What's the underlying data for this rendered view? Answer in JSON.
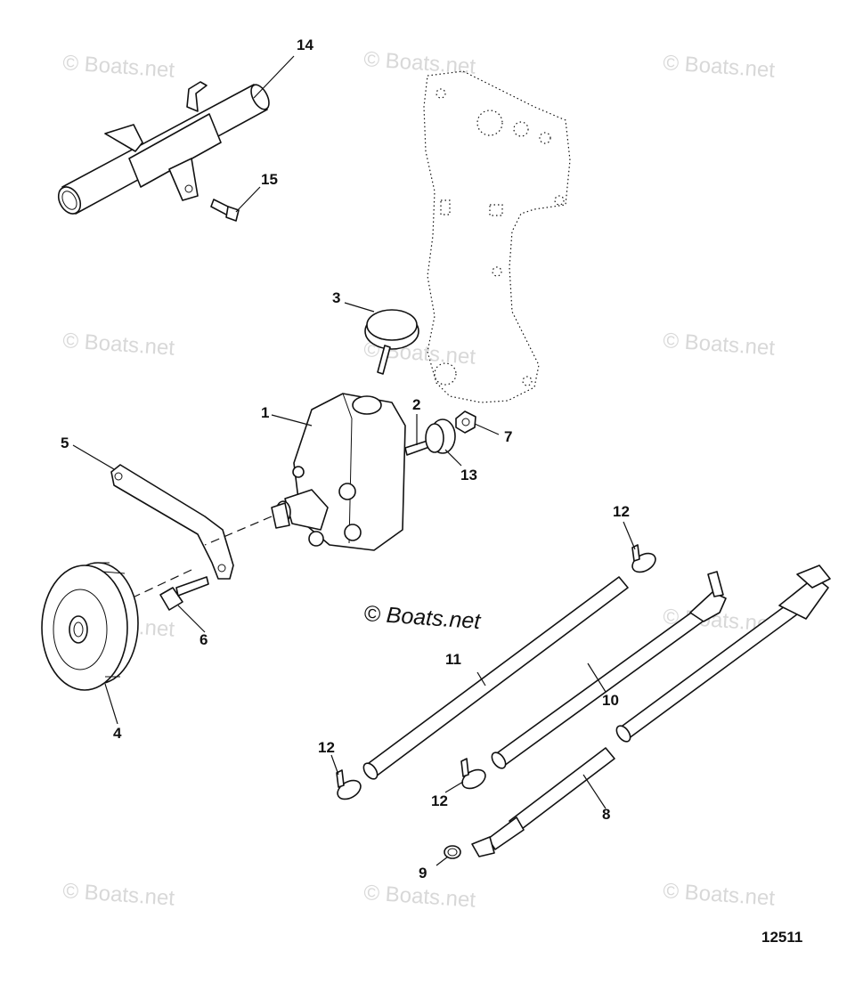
{
  "watermark_text": "© Boats.net",
  "center_watermark_text": "© Boats.net",
  "figure_number": "12511",
  "callouts": [
    "14",
    "15",
    "3",
    "1",
    "2",
    "7",
    "13",
    "5",
    "12",
    "6",
    "4",
    "11",
    "10",
    "12",
    "12",
    "8",
    "9"
  ],
  "colors": {
    "ink": "#111111",
    "watermark": "#d8d8d8",
    "background": "#ffffff"
  }
}
